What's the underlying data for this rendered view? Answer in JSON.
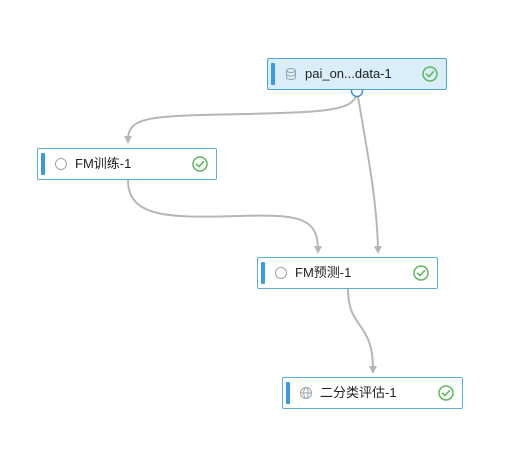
{
  "canvas": {
    "colors": {
      "edge": "#b3b8bd",
      "node_border": "#5cb0de",
      "node_accent": "#3b9ae0",
      "selected_bg": "#d9eef9",
      "status_ok": "#5fb85c",
      "port": "#3b8fd6"
    }
  },
  "nodes": [
    {
      "id": "data-source",
      "label": "pai_on...data-1",
      "icon": "database-icon",
      "status": "success-check-icon",
      "selected": true
    },
    {
      "id": "fm-train",
      "label": "FM训练-1",
      "icon": "circle-icon",
      "status": "success-check-icon",
      "selected": false
    },
    {
      "id": "fm-predict",
      "label": "FM预测-1",
      "icon": "circle-icon",
      "status": "success-check-icon",
      "selected": false
    },
    {
      "id": "binary-eval",
      "label": "二分类评估-1",
      "icon": "globe-icon",
      "status": "success-check-icon",
      "selected": false
    }
  ]
}
